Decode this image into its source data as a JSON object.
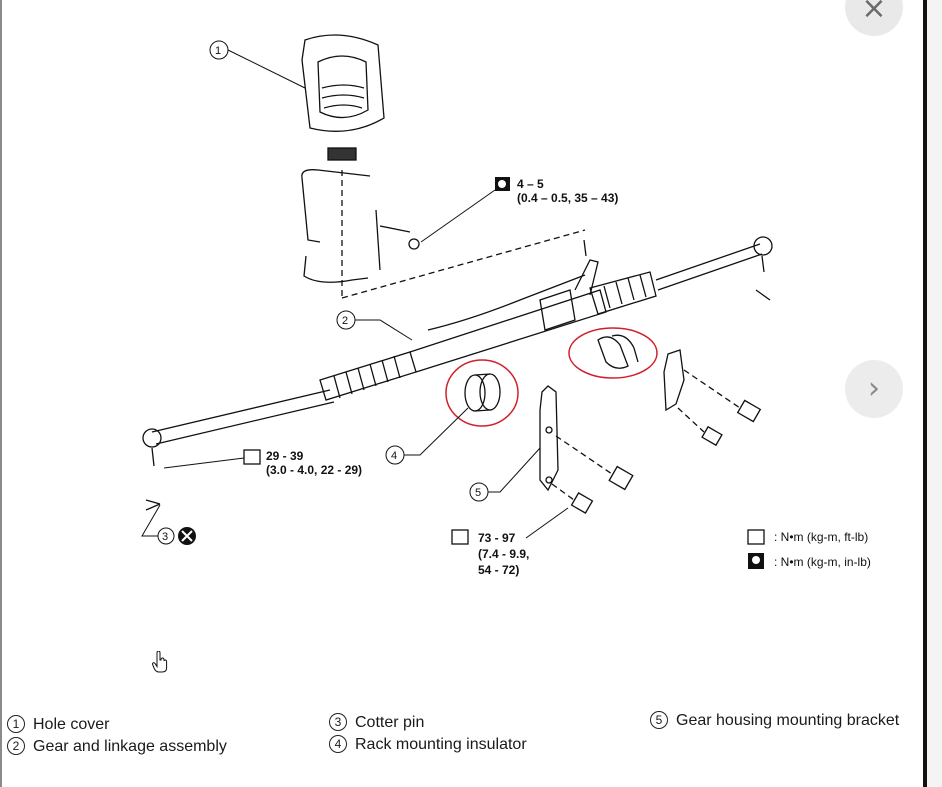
{
  "viewer": {
    "close_icon": "×",
    "next_icon": "›"
  },
  "diagram": {
    "torque_top": {
      "value": "4 – 5",
      "sub": "(0.4 – 0.5, 35 – 43)"
    },
    "torque_tie_rod": {
      "value": "29 - 39",
      "sub": "(3.0 - 4.0, 22 - 29)"
    },
    "torque_bracket": {
      "value": "73 - 97",
      "sub1": "(7.4 - 9.9,",
      "sub2": "54 - 72)"
    },
    "unit_ftlb": ": N•m (kg-m, ft-lb)",
    "unit_inlb": ": N•m (kg-m, in-lb)",
    "callouts": [
      "1",
      "2",
      "3",
      "4",
      "5"
    ]
  },
  "legend": [
    {
      "num": "1",
      "label": "Hole cover"
    },
    {
      "num": "2",
      "label": "Gear and linkage assembly"
    },
    {
      "num": "3",
      "label": "Cotter pin"
    },
    {
      "num": "4",
      "label": "Rack mounting insulator"
    },
    {
      "num": "5",
      "label": "Gear housing mounting bracket"
    }
  ]
}
